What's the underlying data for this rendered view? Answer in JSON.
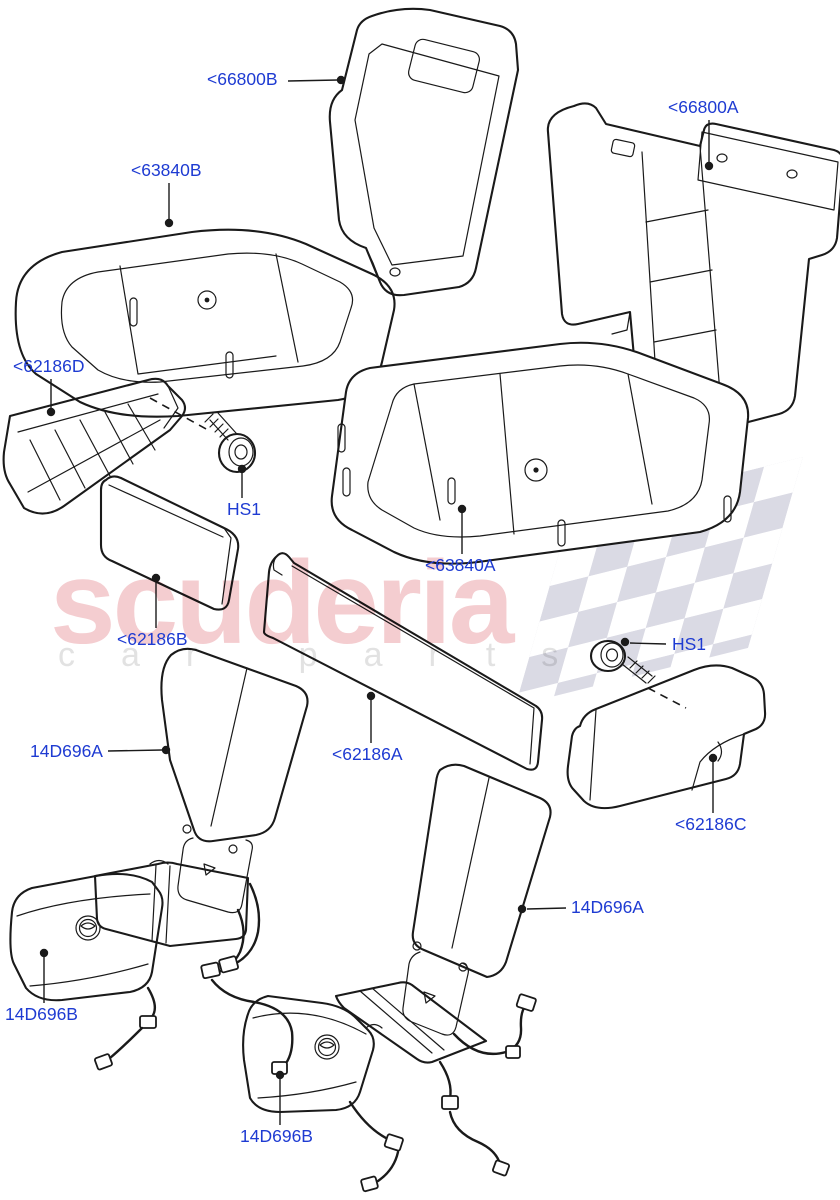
{
  "watermark": {
    "brand": "scuderia",
    "tagline": "car parts"
  },
  "colors": {
    "label_blue": "#1E3BD2",
    "line_black": "#1A1A1A",
    "watermark_pink": "#F1BCC0",
    "watermark_gray": "#E2E2E2",
    "checker_gray": "#DADAE4",
    "background": "#FFFFFF"
  },
  "labels": [
    {
      "id": "66800B",
      "text": "<66800B"
    },
    {
      "id": "66800A",
      "text": "<66800A"
    },
    {
      "id": "63840B",
      "text": "<63840B"
    },
    {
      "id": "62186D",
      "text": "<62186D"
    },
    {
      "id": "HS1-1",
      "text": "HS1"
    },
    {
      "id": "63840A",
      "text": "<63840A"
    },
    {
      "id": "62186B",
      "text": "<62186B"
    },
    {
      "id": "HS1-2",
      "text": "HS1"
    },
    {
      "id": "14D696A-1",
      "text": "14D696A"
    },
    {
      "id": "62186A",
      "text": "<62186A"
    },
    {
      "id": "62186C",
      "text": "<62186C"
    },
    {
      "id": "14D696A-2",
      "text": "14D696A"
    },
    {
      "id": "14D696B-1",
      "text": "14D696B"
    },
    {
      "id": "14D696B-2",
      "text": "14D696B"
    }
  ]
}
